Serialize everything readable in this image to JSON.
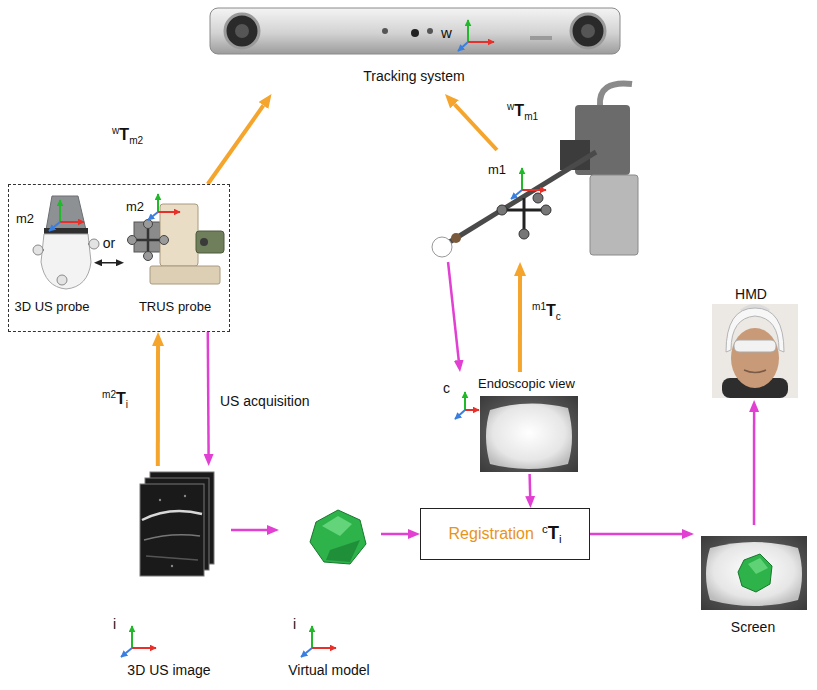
{
  "diagram": {
    "nodes": [
      {
        "text": [
          "w",
          "Tracking system"
        ]
      },
      {
        "text": [
          "or"
        ]
      },
      {
        "text": [
          "m2",
          "3D US probe"
        ],
        "in": 1
      },
      {
        "text": [
          "m2",
          "TRUS probe"
        ],
        "in": 1
      },
      {
        "text": [
          "m1"
        ]
      },
      {
        "text": [
          "c",
          "Endoscopic view"
        ]
      },
      {
        "text": [
          "HMD"
        ]
      },
      {
        "text": [
          "i",
          "3D US image"
        ]
      },
      {
        "text": [
          "i",
          "Virtual model"
        ]
      },
      {
        "text": [
          "Registration",
          "cTi"
        ]
      },
      {
        "text": [
          "Screen"
        ]
      }
    ],
    "edges": [
      {
        "from": 1,
        "to": 0,
        "label": "wTm2",
        "arrow": "to"
      },
      {
        "from": 4,
        "to": 0,
        "label": "wTm1",
        "arrow": "to"
      },
      {
        "from": 2,
        "to": 3,
        "arrow": "both"
      },
      {
        "from": 5,
        "to": 4,
        "label": "m1Tc",
        "arrow": "to"
      },
      {
        "from": 4,
        "to": 5,
        "arrow": "to"
      },
      {
        "from": 7,
        "to": 1,
        "label": "m2Ti",
        "arrow": "to"
      },
      {
        "from": 1,
        "to": 7,
        "label": "US acquisition",
        "arrow": "to"
      },
      {
        "from": 7,
        "to": 8,
        "arrow": "to"
      },
      {
        "from": 8,
        "to": 9,
        "arrow": "to"
      },
      {
        "from": 5,
        "to": 9,
        "arrow": "to"
      },
      {
        "from": 9,
        "to": 10,
        "arrow": "to"
      },
      {
        "from": 10,
        "to": 6,
        "arrow": "to"
      }
    ]
  }
}
